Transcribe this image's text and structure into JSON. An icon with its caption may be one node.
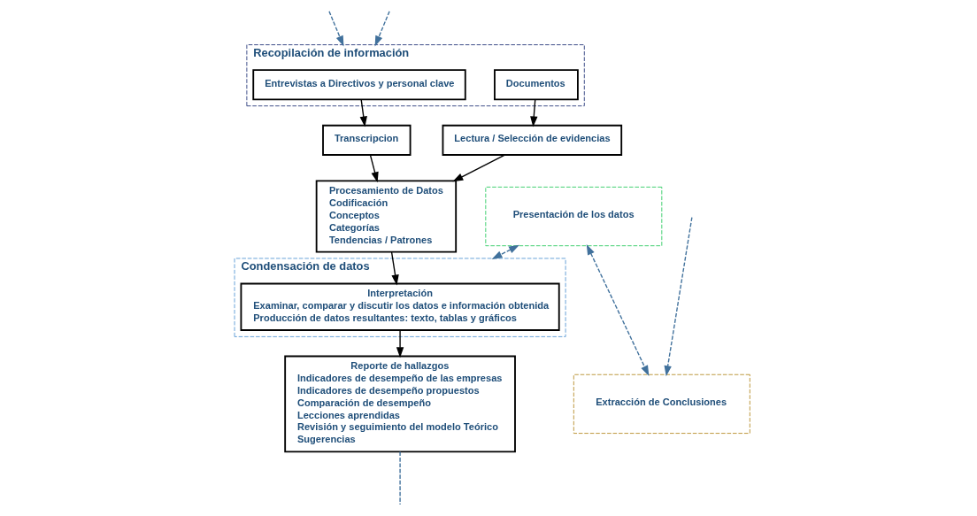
{
  "diagram": {
    "nodes": [
      {
        "text": [
          "Recopilación de información"
        ]
      },
      {
        "text": [
          "Entrevistas a Directivos y personal clave"
        ],
        "in": 0
      },
      {
        "text": [
          "Documentos"
        ],
        "in": 0
      },
      {
        "text": [
          "Transcripcion"
        ]
      },
      {
        "text": [
          "Lectura / Selección de evidencias"
        ]
      },
      {
        "text": [
          "Presentación de los datos"
        ]
      },
      {
        "text": [
          "Procesamiento de Datos",
          "Codificación",
          "Conceptos",
          "Categorías",
          "Tendencias / Patrones"
        ]
      },
      {
        "text": [
          "Condensación de datos"
        ]
      },
      {
        "text": [
          "Interpretación",
          "Examinar, comparar y discutir los datos e información obtenida",
          "Producción de datos resultantes: texto, tablas y gráficos"
        ],
        "in": 7
      },
      {
        "text": [
          "Extracción de Conclusiones"
        ]
      },
      {
        "text": [
          "Reporte de hallazgos",
          "Indicadores de desempeño de las empresas",
          "Indicadores de desempeño propuestos",
          "Comparación de desempeño",
          "Lecciones aprendidas",
          "Revisión y seguimiento del modelo Teórico",
          "Sugerencias"
        ]
      }
    ],
    "edges": [
      {
        "from": 1,
        "to": 3,
        "arrow": "to"
      },
      {
        "from": 2,
        "to": 4,
        "arrow": "to"
      },
      {
        "from": 3,
        "to": 6,
        "arrow": "to"
      },
      {
        "from": 4,
        "to": 6,
        "arrow": "to"
      },
      {
        "from": 6,
        "to": 8,
        "arrow": "to"
      },
      {
        "from": 8,
        "to": 10,
        "arrow": "to"
      },
      {
        "from": null,
        "to": 0,
        "arrow": "to",
        "style": "dashed",
        "color": "#41719c"
      },
      {
        "from": null,
        "to": 0,
        "arrow": "to",
        "style": "dashed",
        "color": "#41719c"
      },
      {
        "from": 5,
        "to": 9,
        "arrow": "both",
        "style": "dashed",
        "color": "#41719c"
      },
      {
        "from": 5,
        "to": 7,
        "arrow": "both",
        "style": "dashed",
        "color": "#41719c"
      },
      {
        "from": null,
        "to": 9,
        "arrow": "to",
        "style": "dashed",
        "color": "#41719c"
      },
      {
        "from": 10,
        "to": null,
        "arrow": "none",
        "style": "dashed",
        "color": "#41719c"
      }
    ]
  }
}
